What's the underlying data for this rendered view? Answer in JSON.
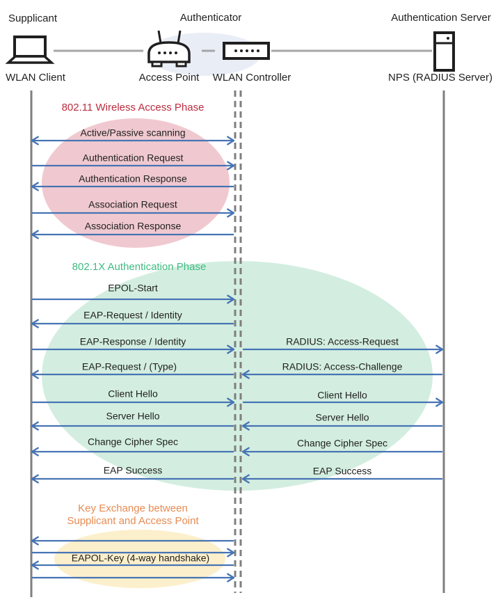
{
  "header": {
    "roles": {
      "supplicant": "Supplicant",
      "authenticator": "Authenticator",
      "auth_server": "Authentication Server"
    },
    "devices": {
      "wlan_client": "WLAN Client",
      "access_point": "Access Point",
      "wlan_controller": "WLAN Controller",
      "nps": "NPS (RADIUS Server)"
    }
  },
  "phases": {
    "wireless_access": {
      "title": "802.11 Wireless Access Phase",
      "title_color": "#BB2C3D",
      "ellipse_fill": "#F0C9D0"
    },
    "authentication": {
      "title": "802.1X Authentication Phase",
      "title_color": "#3EBB82",
      "ellipse_fill": "#D3EEE0"
    },
    "key_exchange": {
      "title_line1": "Key Exchange between",
      "title_line2": "Supplicant and Access Point",
      "title_color": "#E78B53",
      "ellipse_fill": "#FCEFCB"
    }
  },
  "messages": {
    "scanning": "Active/Passive scanning",
    "auth_request": "Authentication Request",
    "auth_response": "Authentication Response",
    "assoc_request": "Association Request",
    "assoc_response": "Association Response",
    "epol_start": "EPOL-Start",
    "eap_request_identity": "EAP-Request / Identity",
    "eap_response_identity": "EAP-Response / Identity",
    "radius_access_request": "RADIUS: Access-Request",
    "eap_request_type": "EAP-Request / (Type)",
    "radius_access_challenge": "RADIUS: Access-Challenge",
    "client_hello": "Client Hello",
    "server_hello": "Server Hello",
    "change_cipher_spec": "Change Cipher Spec",
    "eap_success": "EAP Success",
    "eapol_key": "EAPOL-Key (4-way handshake)"
  },
  "colors": {
    "arrow": "#4674B4",
    "lifeline": "#7F7F7F",
    "connector": "#A6A6A6",
    "authenticator_halo": "#E9EDF6"
  }
}
